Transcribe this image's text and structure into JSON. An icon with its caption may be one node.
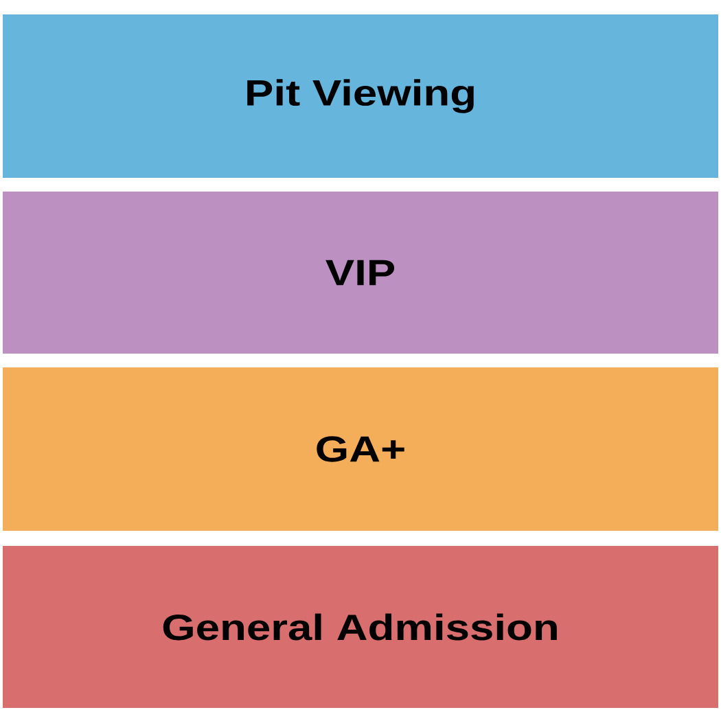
{
  "diagram": {
    "nodes": [
      {
        "text": [
          "Pit Viewing"
        ]
      },
      {
        "text": [
          "VIP"
        ]
      },
      {
        "text": [
          "GA+"
        ]
      },
      {
        "text": [
          "General Admission"
        ]
      }
    ]
  }
}
